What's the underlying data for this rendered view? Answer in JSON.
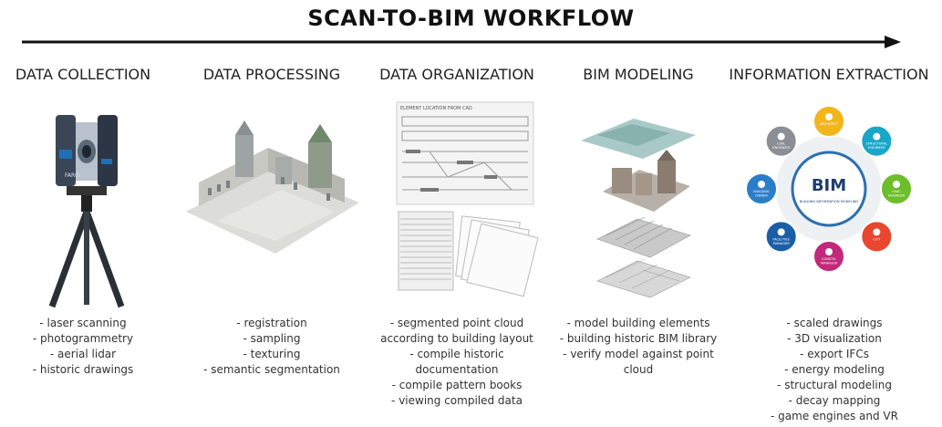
{
  "title": "SCAN-TO-BIM WORKFLOW",
  "stages": [
    {
      "heading": "DATA COLLECTION",
      "items": [
        "- laser scanning",
        "- photogrammetry",
        "- aerial lidar",
        "- historic drawings"
      ]
    },
    {
      "heading": "DATA PROCESSING",
      "items": [
        "- registration",
        "- sampling",
        "- texturing",
        "- semantic segmentation"
      ]
    },
    {
      "heading": "DATA ORGANIZATION",
      "items": [
        "- segmented point cloud",
        "according to building layout",
        "- compile historic",
        "documentation",
        "- compile pattern books",
        "- viewing compiled data"
      ]
    },
    {
      "heading": "BIM MODELING",
      "items": [
        "- model building elements",
        "- building historic BIM library",
        "- verify model against point",
        "cloud"
      ]
    },
    {
      "heading": "INFORMATION EXTRACTION",
      "items": [
        "- scaled drawings",
        "- 3D visualization",
        "- export IFCs",
        "- energy modeling",
        "- structural modeling",
        "- decay mapping",
        "- game engines and VR"
      ]
    }
  ],
  "bim_wheel": {
    "center_title": "BIM",
    "center_sub": "BUILDING INFORMATION MODELING",
    "roles": [
      {
        "label": "ARCHITECT",
        "color": "#f2b61a"
      },
      {
        "label": "STRUCTURAL ENGINEER",
        "color": "#1aa6c8"
      },
      {
        "label": "HVAC ENGINEER",
        "color": "#6cbe2a"
      },
      {
        "label": "CITY",
        "color": "#e8462e"
      },
      {
        "label": "CONSTR. MANAGER",
        "color": "#c3287a"
      },
      {
        "label": "FACILITIES MANAGER",
        "color": "#1a5ea8"
      },
      {
        "label": "BUILDING OWNER",
        "color": "#2a7ec8"
      },
      {
        "label": "CIVIL ENGINEER",
        "color": "#8a8f96"
      }
    ]
  },
  "doc_caption": "ELEMENT LOCATION FROM CAD",
  "scanner_brand": "FARO"
}
